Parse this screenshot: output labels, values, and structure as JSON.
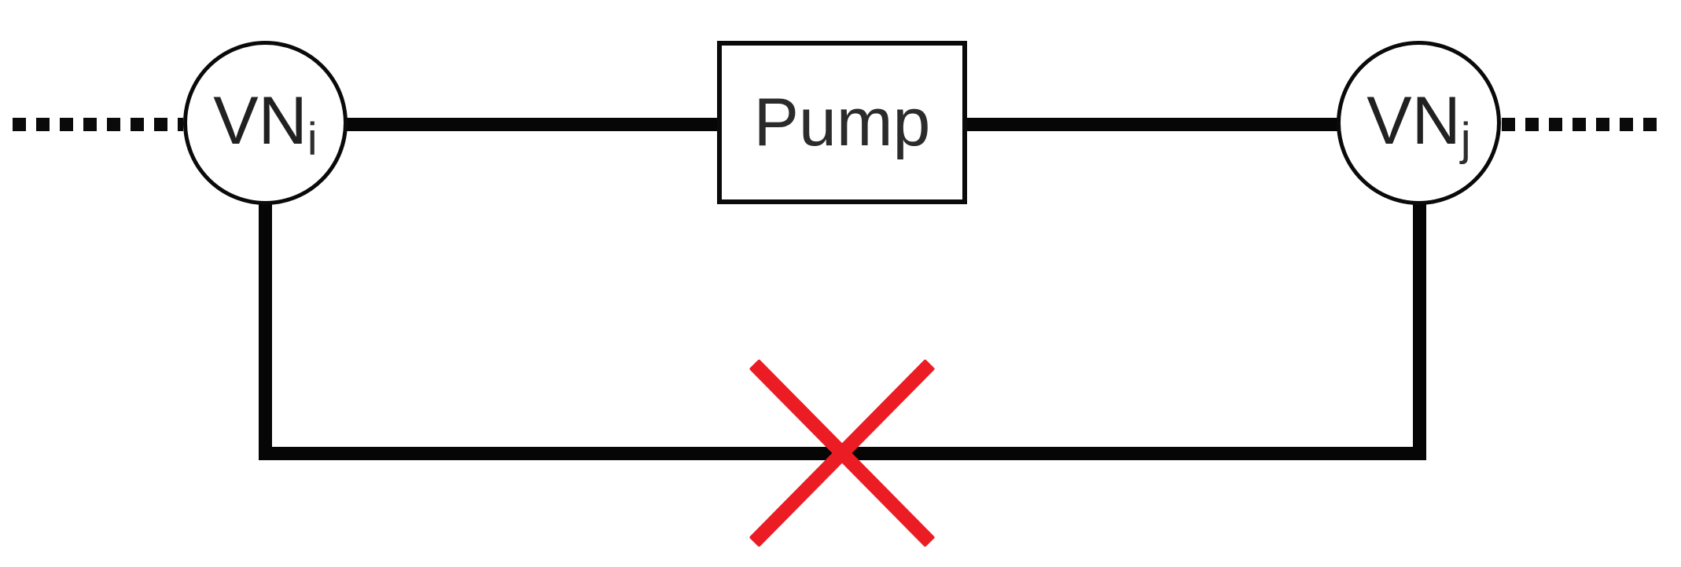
{
  "diagram": {
    "nodes": [
      {
        "label": "VN",
        "subscript": "i"
      },
      {
        "label": "VN",
        "subscript": "j"
      }
    ],
    "pump": {
      "label": "Pump"
    },
    "colors": {
      "line": "#060606",
      "node_stroke": "#0a0a0a",
      "text": "#212121",
      "cross_red": "#ec1c24",
      "background": "#ffffff"
    }
  }
}
